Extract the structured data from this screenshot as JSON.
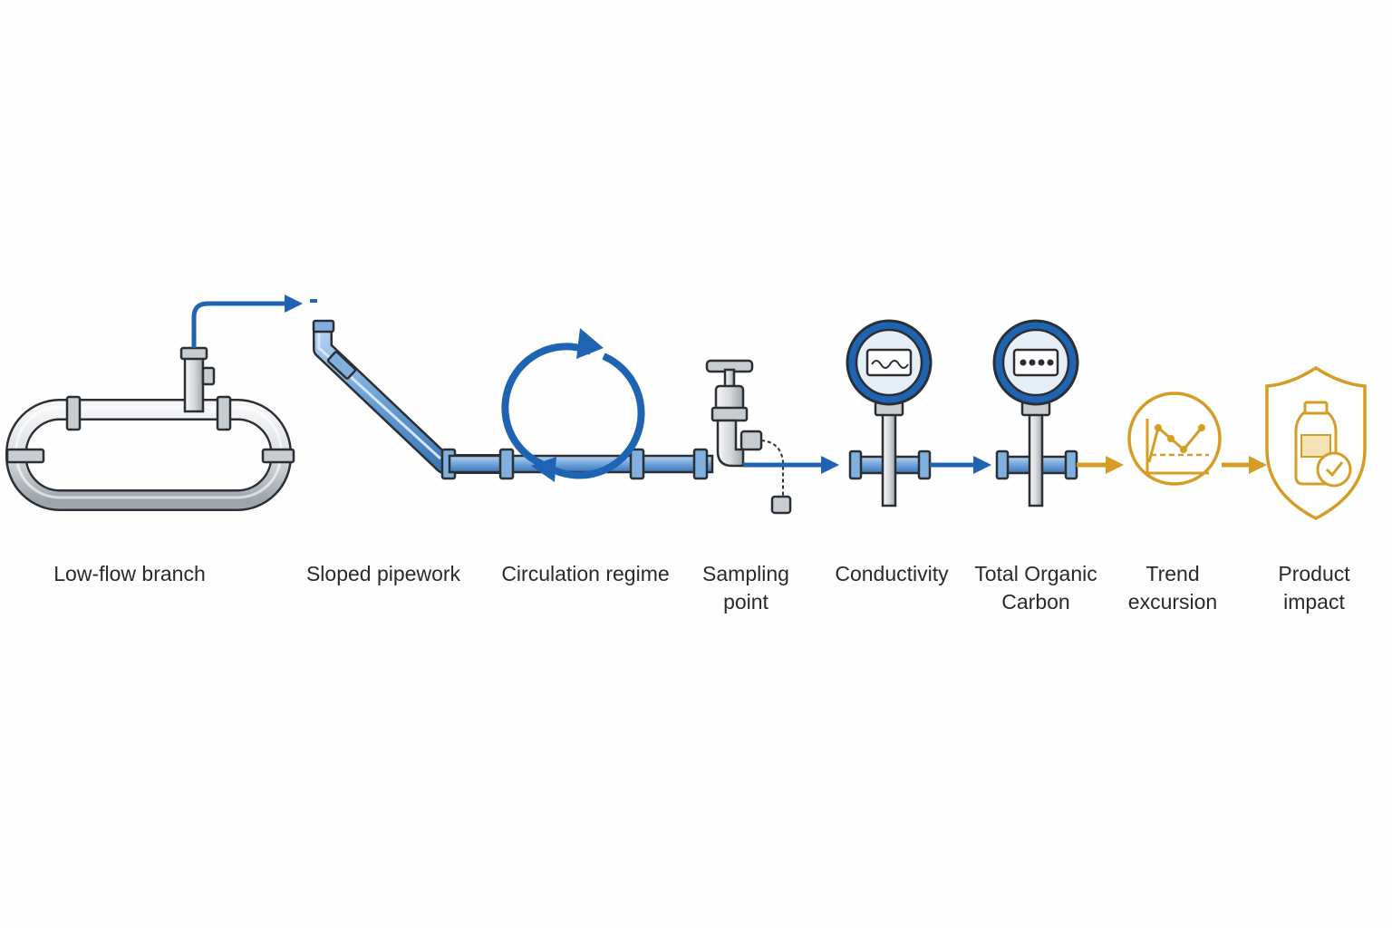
{
  "colors": {
    "background": "#fefefe",
    "steel_light": "#eef0f2",
    "steel_mid": "#c3c8cd",
    "steel_dark": "#6d747b",
    "outline": "#2b2f33",
    "flow_blue": "#1f64b3",
    "pipe_blue": "#4a88c9",
    "pipe_blue_light": "#9cc3ea",
    "gold": "#d59d25",
    "label_text": "#2a2a2a"
  },
  "stages": [
    {
      "id": "low-flow-branch",
      "label": "Low-flow branch",
      "icon": "pipe-loop-icon"
    },
    {
      "id": "sloped-pipework",
      "label": "Sloped pipework",
      "icon": "sloped-pipe-icon"
    },
    {
      "id": "circulation-regime",
      "label": "Circulation regime",
      "icon": "circulation-arrows-icon"
    },
    {
      "id": "sampling-point",
      "label": "Sampling\npoint",
      "icon": "sampling-valve-icon"
    },
    {
      "id": "conductivity",
      "label": "Conductivity",
      "icon": "conductivity-sensor-icon"
    },
    {
      "id": "total-organic-carbon",
      "label": "Total Organic\nCarbon",
      "icon": "toc-sensor-icon"
    },
    {
      "id": "trend-excursion",
      "label": "Trend\nexcursion",
      "icon": "trend-chart-icon"
    },
    {
      "id": "product-impact",
      "label": "Product\nimpact",
      "icon": "shield-vial-icon"
    }
  ]
}
